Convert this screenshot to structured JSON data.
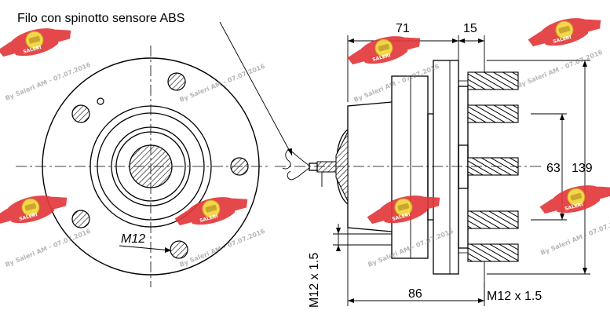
{
  "diagram": {
    "caption": "Filo con spinotto sensore ABS",
    "dimensions": {
      "d71": "71",
      "d15": "15",
      "d63": "63",
      "d139": "139",
      "d86": "86",
      "m12": "M12",
      "m12x15_left": "M12 x 1.5",
      "m12x15_right": "M12 x 1.5"
    },
    "watermark": "By Saleri AM - 07.07.2016",
    "logo_text": "SALERI",
    "colors": {
      "line": "#000000",
      "logo_red": "#e3383a",
      "logo_yellow": "#f5d33b",
      "watermark": "#7a7a7a"
    }
  }
}
